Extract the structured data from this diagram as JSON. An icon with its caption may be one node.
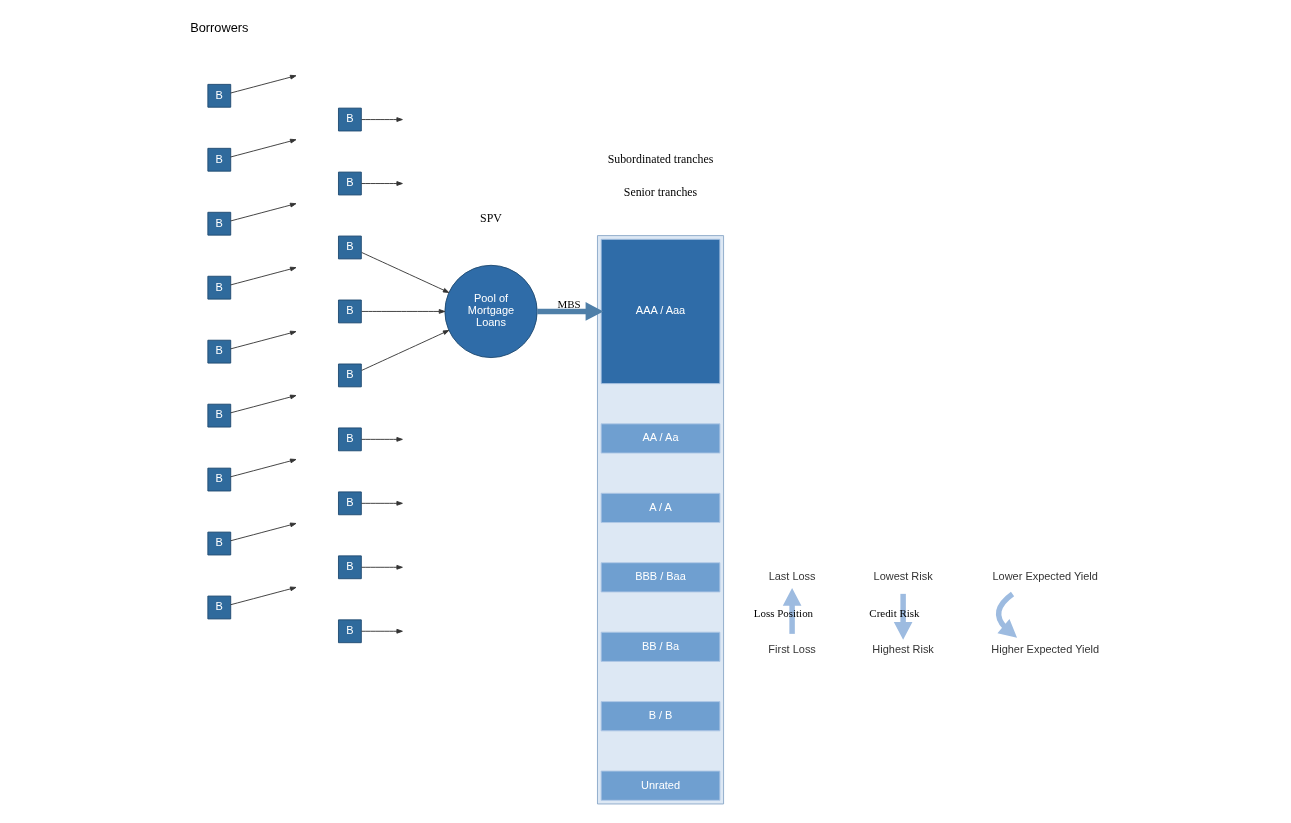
{
  "diagram": {
    "nodes": [
      {
        "text": [
          "B"
        ],
        "beside": [
          "Borrowers"
        ]
      },
      {
        "text": [
          "B"
        ]
      },
      {
        "text": [
          "B"
        ]
      },
      {
        "text": [
          "B"
        ]
      },
      {
        "text": [
          "B"
        ]
      },
      {
        "text": [
          "B"
        ]
      },
      {
        "text": [
          "B"
        ]
      },
      {
        "text": [
          "B"
        ]
      },
      {
        "text": [
          "B"
        ]
      },
      {
        "text": [
          "B"
        ]
      },
      {
        "text": [
          "B"
        ]
      },
      {
        "text": [
          "B"
        ]
      },
      {
        "text": [
          "B"
        ]
      },
      {
        "text": [
          "B"
        ]
      },
      {
        "text": [
          "B"
        ]
      },
      {
        "text": [
          "B"
        ]
      },
      {
        "text": [
          "B"
        ]
      },
      {
        "text": [
          "B"
        ]
      },
      {
        "text": [
          "Pool of Mortgage Loans"
        ]
      },
      {
        "text": [],
        "shape": "box"
      },
      {
        "text": [
          "AAA / Aaa"
        ],
        "in": 19
      },
      {
        "text": [
          "AA / Aa"
        ],
        "in": 19
      },
      {
        "text": [
          "A / A"
        ],
        "in": 19
      },
      {
        "text": [
          "BBB / Baa"
        ],
        "in": 19
      },
      {
        "text": [
          "BB / Ba"
        ],
        "in": 19
      },
      {
        "text": [
          "B / B"
        ],
        "in": 19
      },
      {
        "text": [
          "Unrated"
        ],
        "in": 19
      },
      {
        "text": [
          "Last Loss"
        ]
      },
      {
        "text": [
          "Lowest Risk"
        ]
      },
      {
        "text": [
          "Lower Expected Yield"
        ]
      },
      {
        "text": [
          "First Loss"
        ]
      },
      {
        "text": [
          "Highest Risk"
        ]
      },
      {
        "text": [
          "Higher Expected Yield"
        ]
      }
    ],
    "edges": [
      {
        "from": 0,
        "to": null,
        "arrow": "to"
      },
      {
        "from": 1,
        "to": null,
        "arrow": "to"
      },
      {
        "from": 2,
        "to": null,
        "arrow": "to"
      },
      {
        "from": 3,
        "to": null,
        "arrow": "to"
      },
      {
        "from": 4,
        "to": null,
        "arrow": "to"
      },
      {
        "from": 5,
        "to": 18,
        "arrow": "to"
      },
      {
        "from": 6,
        "to": null,
        "arrow": "to"
      },
      {
        "from": 7,
        "to": 18,
        "arrow": "to"
      },
      {
        "from": 8,
        "to": null,
        "arrow": "to"
      },
      {
        "from": 9,
        "to": 18,
        "arrow": "to"
      },
      {
        "from": 10,
        "to": null,
        "arrow": "to"
      },
      {
        "from": 11,
        "to": null,
        "arrow": "to"
      },
      {
        "from": 12,
        "to": null,
        "arrow": "to"
      },
      {
        "from": 13,
        "to": null,
        "arrow": "to"
      },
      {
        "from": 14,
        "to": null,
        "arrow": "to"
      },
      {
        "from": 15,
        "to": null,
        "arrow": "to"
      },
      {
        "from": 16,
        "to": null,
        "arrow": "to"
      },
      {
        "from": 17,
        "to": null,
        "arrow": "to"
      },
      {
        "from": 18,
        "to": 19,
        "arrow": "to",
        "label": "MBS",
        "style": "thick",
        "color": "#4f7fa8"
      },
      {
        "from": 30,
        "to": 27,
        "arrow": "to",
        "label": "Loss Position",
        "style": "thick",
        "color": "#9dbbe0"
      },
      {
        "from": 28,
        "to": 31,
        "arrow": "to",
        "label": "Credit Risk",
        "style": "thick",
        "color": "#9dbbe0"
      },
      {
        "from": 29,
        "to": 32,
        "arrow": "to",
        "style": "thick",
        "color": "#9dbbe0"
      }
    ],
    "labels": [
      "Senior tranches",
      "SPV",
      "Subordinated tranches"
    ]
  }
}
